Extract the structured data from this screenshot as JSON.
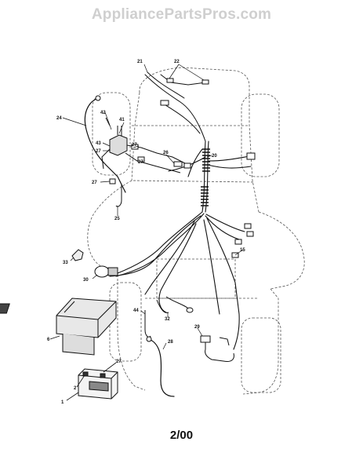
{
  "watermark": "AppliancePartsPros.com",
  "date_code": "2/00",
  "callouts": [
    {
      "id": "c21",
      "text": "21"
    },
    {
      "id": "c22",
      "text": "22"
    },
    {
      "id": "c24",
      "text": "24"
    },
    {
      "id": "c42",
      "text": "42"
    },
    {
      "id": "c41",
      "text": "41"
    },
    {
      "id": "c43",
      "text": "43"
    },
    {
      "id": "c27a",
      "text": "27"
    },
    {
      "id": "c27b",
      "text": "27"
    },
    {
      "id": "c27c",
      "text": "27"
    },
    {
      "id": "c27d",
      "text": "27"
    },
    {
      "id": "c26",
      "text": "26"
    },
    {
      "id": "c20",
      "text": "20"
    },
    {
      "id": "c25",
      "text": "25"
    },
    {
      "id": "c15",
      "text": "15"
    },
    {
      "id": "c33",
      "text": "33"
    },
    {
      "id": "c30",
      "text": "30"
    },
    {
      "id": "c44",
      "text": "44"
    },
    {
      "id": "c32",
      "text": "32"
    },
    {
      "id": "c6",
      "text": "6"
    },
    {
      "id": "c28",
      "text": "28"
    },
    {
      "id": "c29",
      "text": "29"
    },
    {
      "id": "c27e",
      "text": "27"
    },
    {
      "id": "c2",
      "text": "2"
    },
    {
      "id": "c1",
      "text": "1"
    }
  ]
}
